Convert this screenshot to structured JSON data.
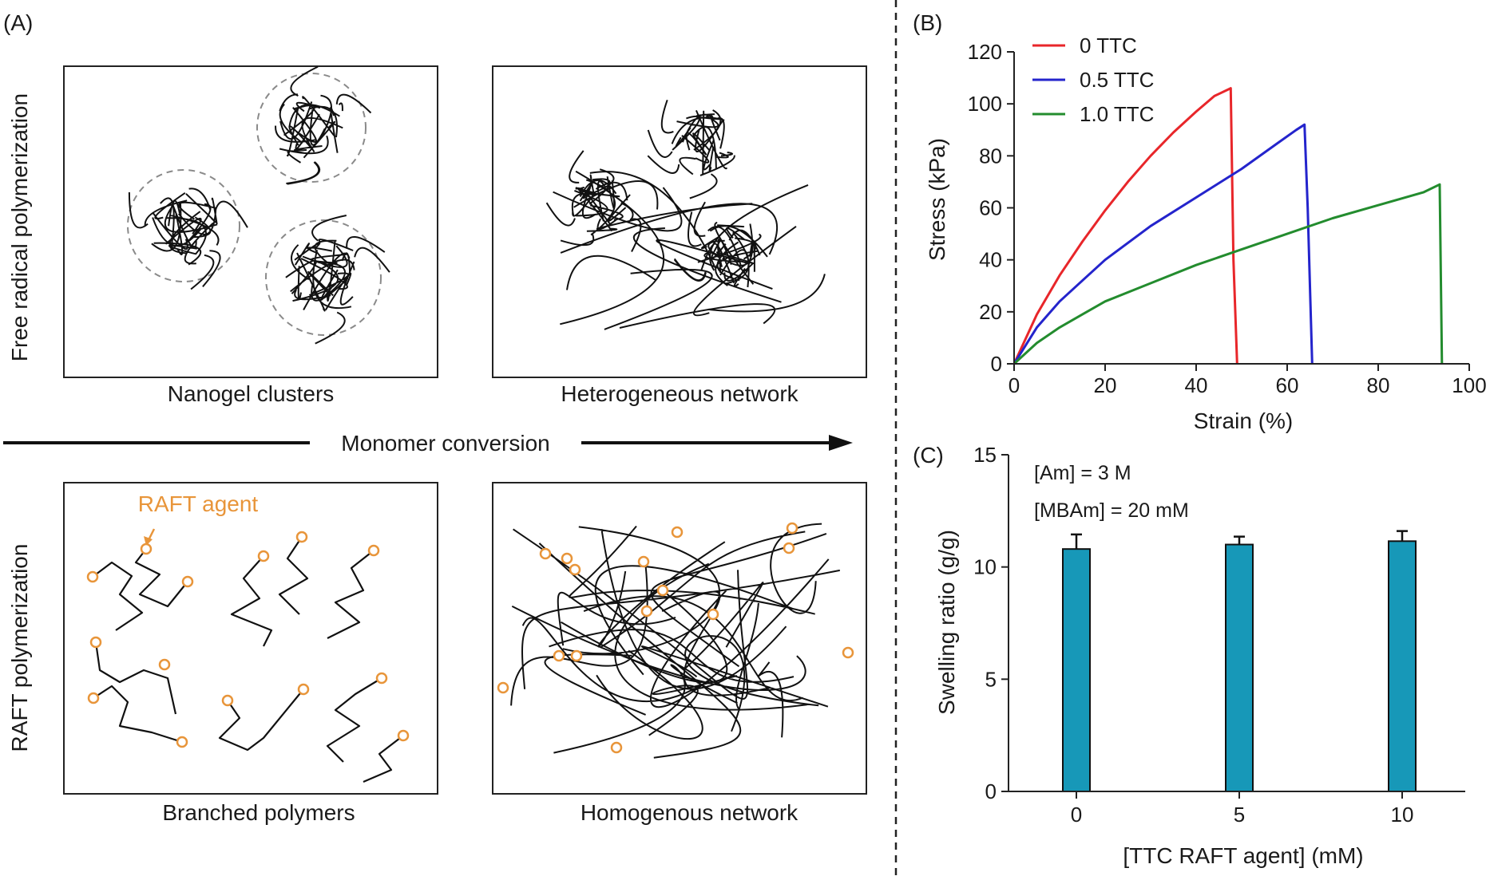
{
  "panel_a": {
    "label": "(A)",
    "row_top_label": "Free radical polymerization",
    "row_bottom_label": "RAFT polymerization",
    "box_captions": [
      "Nanogel clusters",
      "Heterogeneous network",
      "Branched polymers",
      "Homogenous network"
    ],
    "arrow_label": "Monomer conversion",
    "raft_callout": "RAFT agent",
    "raft_color": "#E8953A"
  },
  "chart_data": [
    {
      "panel": "(B)",
      "type": "line",
      "xlabel": "Strain (%)",
      "ylabel": "Stress (kPa)",
      "xlim": [
        0,
        100
      ],
      "ylim": [
        0,
        120
      ],
      "xticks": [
        0,
        20,
        40,
        60,
        80,
        100
      ],
      "yticks": [
        0,
        20,
        40,
        60,
        80,
        100,
        120
      ],
      "grid": false,
      "legend_position": "top-left",
      "series": [
        {
          "name": "0 TTC",
          "color": "#E8262A",
          "x": [
            0,
            5,
            10,
            15,
            20,
            25,
            30,
            35,
            40,
            44,
            47.6,
            48.2,
            49
          ],
          "y": [
            0,
            19,
            34,
            47,
            59,
            70,
            80,
            89,
            97,
            103,
            106,
            40,
            0
          ]
        },
        {
          "name": "0.5 TTC",
          "color": "#2424CC",
          "x": [
            0,
            5,
            10,
            15,
            20,
            30,
            40,
            50,
            58,
            62,
            63.8,
            64.5,
            65.5
          ],
          "y": [
            0,
            14,
            24,
            32,
            40,
            53,
            64,
            75,
            85,
            90,
            92,
            60,
            0
          ]
        },
        {
          "name": "1.0 TTC",
          "color": "#238C2E",
          "x": [
            0,
            5,
            10,
            15,
            20,
            30,
            40,
            50,
            60,
            70,
            80,
            90,
            93.5,
            94
          ],
          "y": [
            0,
            8,
            14,
            19,
            24,
            31,
            38,
            44,
            50,
            56,
            61,
            66,
            69,
            0
          ]
        }
      ]
    },
    {
      "panel": "(C)",
      "type": "bar",
      "xlabel": "[TTC RAFT agent] (mM)",
      "ylabel": "Swelling ratio (g/g)",
      "categories": [
        "0",
        "5",
        "10"
      ],
      "values": [
        10.8,
        11.0,
        11.15
      ],
      "errors": [
        0.65,
        0.35,
        0.45
      ],
      "ylim": [
        0,
        15
      ],
      "yticks": [
        0,
        5,
        10,
        15
      ],
      "bar_color": "#1798B8",
      "annotations": [
        "[Am] = 3 M",
        "[MBAm] = 20 mM"
      ]
    }
  ]
}
